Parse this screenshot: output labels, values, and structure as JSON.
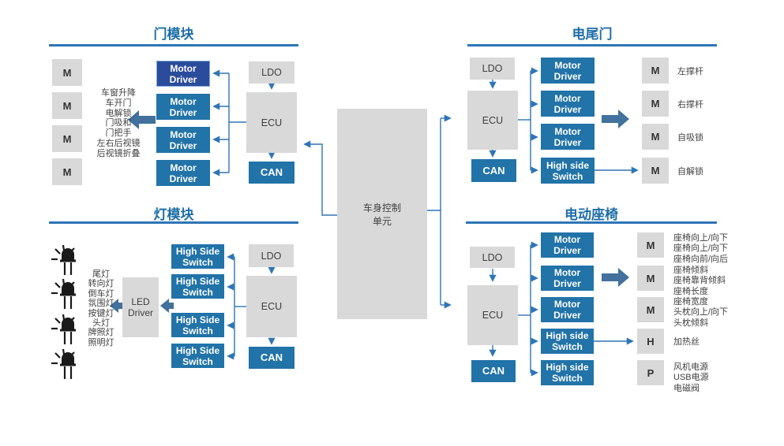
{
  "colors": {
    "accent_line": "#2e75b6",
    "box_blue": "#2173a8",
    "box_navy": "#2b4c9b",
    "navy_border": "#7fa8d9",
    "box_gray": "#d9d9d9",
    "title_blue": "#1e6ea8",
    "block_arrow": "#41719c",
    "text_dark": "#404040",
    "icon_black": "#1a1a1a"
  },
  "center_unit": {
    "line1": "车身控制",
    "line2": "单元"
  },
  "door_module": {
    "title": "门模块",
    "motor_tags": [
      "M",
      "M",
      "M",
      "M"
    ],
    "functions": [
      "车窗升降",
      "车开门",
      "电解锁",
      "门吸和",
      "门把手",
      "左右后视镜",
      "后视镜折叠"
    ],
    "driver_boxes": [
      "Motor Driver",
      "Motor Driver",
      "Motor Driver",
      "Motor Driver"
    ],
    "ldo": "LDO",
    "ecu": "ECU",
    "can": "CAN"
  },
  "tailgate_module": {
    "title": "电尾门",
    "ldo": "LDO",
    "ecu": "ECU",
    "can": "CAN",
    "driver_boxes": [
      "Motor Driver",
      "Motor Driver",
      "Motor Driver",
      "High side Switch"
    ],
    "outputs": [
      {
        "tag": "M",
        "label": "左撑杆"
      },
      {
        "tag": "M",
        "label": "右撑杆"
      },
      {
        "tag": "M",
        "label": "自吸锁"
      },
      {
        "tag": "M",
        "label": "自解锁"
      }
    ]
  },
  "light_module": {
    "title": "灯模块",
    "switch_boxes": [
      "High Side Switch",
      "High Side Switch",
      "High Side Switch",
      "High Side Switch"
    ],
    "led_driver": "LED Driver",
    "lights": [
      "尾灯",
      "转向灯",
      "倒车灯",
      "氛围灯",
      "按键灯",
      "头灯",
      "牌照灯",
      "照明灯"
    ],
    "ldo": "LDO",
    "ecu": "ECU",
    "can": "CAN"
  },
  "seat_module": {
    "title": "电动座椅",
    "ldo": "LDO",
    "ecu": "ECU",
    "can": "CAN",
    "driver_boxes": [
      "Motor Driver",
      "Motor Driver",
      "Motor Driver",
      "High side Switch",
      "High side Switch"
    ],
    "outputs": [
      {
        "tag": "M",
        "lines": [
          "座椅向上/向下",
          "座椅向上/向下",
          "座椅向前/向后"
        ]
      },
      {
        "tag": "M",
        "lines": [
          "座椅倾斜",
          "座椅靠背倾斜",
          "座椅长度"
        ]
      },
      {
        "tag": "M",
        "lines": [
          "座椅宽度",
          "头枕向上/向下",
          "头枕倾斜"
        ]
      },
      {
        "tag": "H",
        "lines": [
          "加热丝"
        ]
      },
      {
        "tag": "P",
        "lines": [
          "风机电源",
          "USB电源",
          "电磁阀"
        ]
      }
    ]
  }
}
